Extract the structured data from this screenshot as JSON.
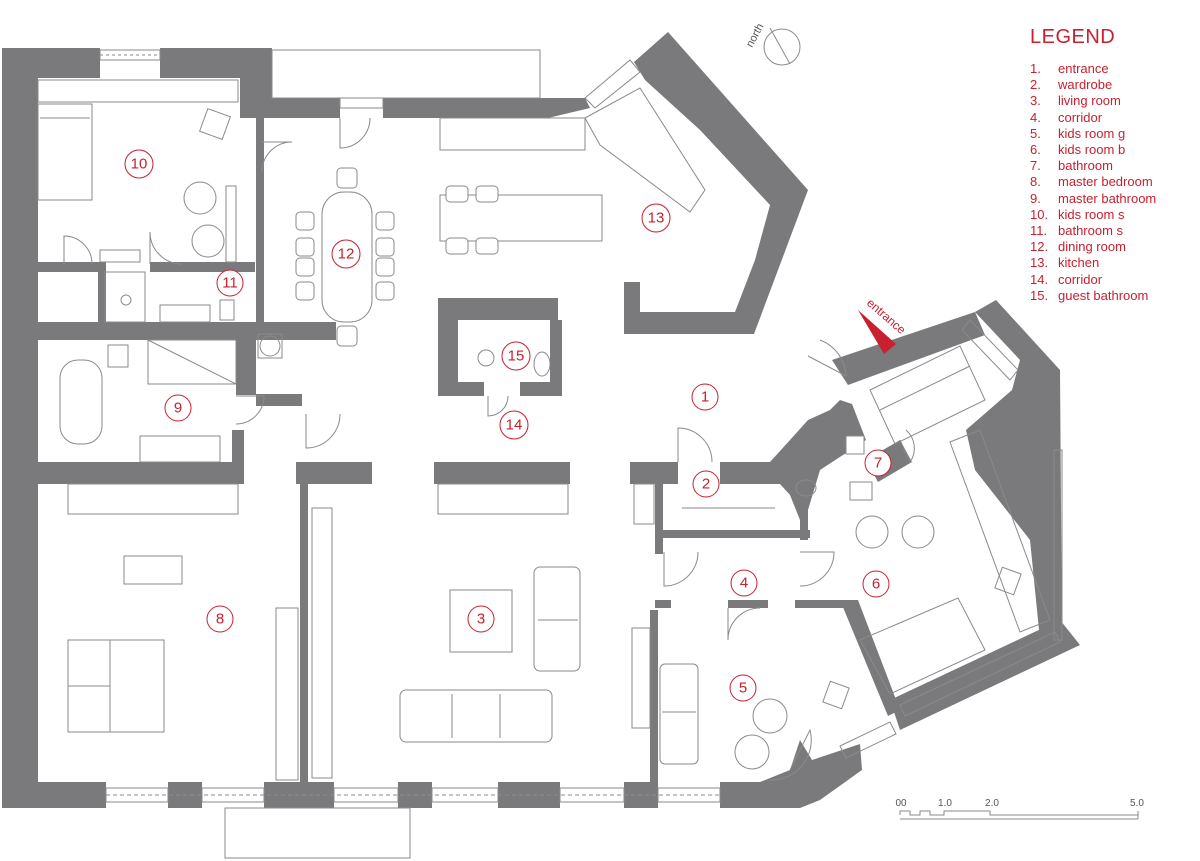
{
  "legend": {
    "title": "LEGEND",
    "items": [
      {
        "num": "1.",
        "label": "entrance"
      },
      {
        "num": "2.",
        "label": "wardrobe"
      },
      {
        "num": "3.",
        "label": "living room"
      },
      {
        "num": "4.",
        "label": "corridor"
      },
      {
        "num": "5.",
        "label": "kids room g"
      },
      {
        "num": "6.",
        "label": "kids room b"
      },
      {
        "num": "7.",
        "label": "bathroom"
      },
      {
        "num": "8.",
        "label": "master bedroom"
      },
      {
        "num": "9.",
        "label": "master bathroom"
      },
      {
        "num": "10.",
        "label": "kids room s"
      },
      {
        "num": "11.",
        "label": "bathroom s"
      },
      {
        "num": "12.",
        "label": "dining room"
      },
      {
        "num": "13.",
        "label": "kitchen"
      },
      {
        "num": "14.",
        "label": "corridor"
      },
      {
        "num": "15.",
        "label": "guest bathroom"
      }
    ]
  },
  "room_markers": {
    "r1": "1",
    "r2": "2",
    "r3": "3",
    "r4": "4",
    "r5": "5",
    "r6": "6",
    "r7": "7",
    "r8": "8",
    "r9": "9",
    "r10": "10",
    "r11": "11",
    "r12": "12",
    "r13": "13",
    "r14": "14",
    "r15": "15"
  },
  "north_label": "north",
  "entrance_label": "entrance",
  "scale": {
    "t0": "00",
    "t1": "1.0",
    "t2": "2.0",
    "t3": "5.0"
  },
  "colors": {
    "walls": "#7a7a7d",
    "accent": "#c8202f",
    "lines": "#8a8a8a"
  }
}
